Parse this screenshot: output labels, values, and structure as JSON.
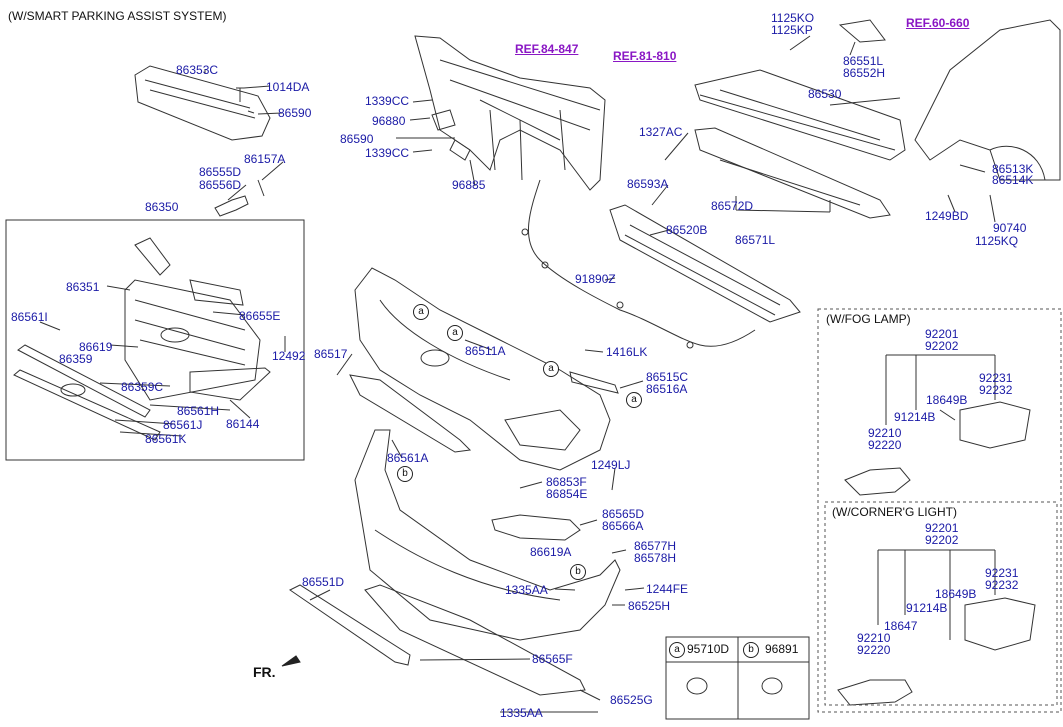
{
  "header": {
    "title": "(W/SMART PARKING ASSIST SYSTEM)"
  },
  "refs": [
    "REF.84-847",
    "REF.81-810",
    "REF.60-660"
  ],
  "parts": {
    "p86353C": "86353C",
    "p1014DA": "1014DA",
    "p86590a": "86590",
    "p86157A": "86157A",
    "p86555D": "86555D",
    "p86556D": "86556D",
    "p86350": "86350",
    "p1339CCa": "1339CC",
    "p96880": "96880",
    "p86590b": "86590",
    "p1339CCb": "1339CC",
    "p96885": "96885",
    "p1125KO": "1125KO",
    "p1125KP": "1125KP",
    "p86551L": "86551L",
    "p86552H": "86552H",
    "p86530": "86530",
    "p1327AC": "1327AC",
    "p86593A": "86593A",
    "p86572D": "86572D",
    "p86571L": "86571L",
    "p86520B": "86520B",
    "p86513K": "86513K",
    "p86514K": "86514K",
    "p1249BD": "1249BD",
    "p90740": "90740",
    "p1125KQ": "1125KQ",
    "p91890Z": "91890Z",
    "p86351": "86351",
    "p86561I": "86561I",
    "p86619a": "86619",
    "p86359": "86359",
    "p86655E": "86655E",
    "p12492": "12492",
    "p86359C": "86359C",
    "p86561H": "86561H",
    "p86561J": "86561J",
    "p86561K": "86561K",
    "p86144": "86144",
    "p86517": "86517",
    "p86511A": "86511A",
    "p1416LK": "1416LK",
    "p86515C": "86515C",
    "p86516A": "86516A",
    "p86561A": "86561A",
    "p1249LJ": "1249LJ",
    "p86853F": "86853F",
    "p86854E": "86854E",
    "p86565D": "86565D",
    "p86566A": "86566A",
    "p86619A": "86619A",
    "p86577H": "86577H",
    "p86578H": "86578H",
    "p86551D": "86551D",
    "p1335AAa": "1335AA",
    "p1244FE": "1244FE",
    "p86525H": "86525H",
    "p86565F": "86565F",
    "p86525G": "86525G",
    "p1335AAb": "1335AA"
  },
  "callouts": [
    "a",
    "a",
    "a",
    "a",
    "b",
    "b"
  ],
  "fog_lamp": {
    "title": "(W/FOG LAMP)",
    "p92201": "92201",
    "p92202": "92202",
    "p92231": "92231",
    "p92232": "92232",
    "p18649B": "18649B",
    "p91214B": "91214B",
    "p92210": "92210",
    "p92220": "92220"
  },
  "cornering_light": {
    "title": "(W/CORNER'G LIGHT)",
    "p92201": "92201",
    "p92202": "92202",
    "p92231": "92231",
    "p92232": "92232",
    "p18649B": "18649B",
    "p91214B": "91214B",
    "p18647": "18647",
    "p92210": "92210",
    "p92220": "92220"
  },
  "sensor_legend": {
    "a_letter": "a",
    "a_part": "95710D",
    "b_letter": "b",
    "b_part": "96891"
  },
  "front_label": "FR."
}
